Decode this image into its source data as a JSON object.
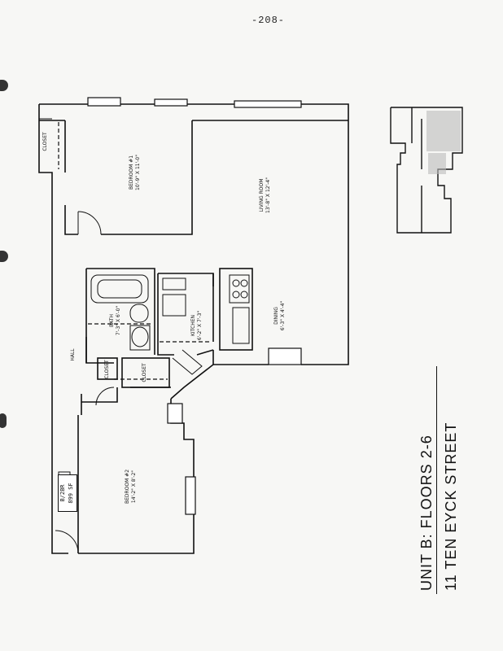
{
  "page": {
    "number": "-208-"
  },
  "title": {
    "line1": "UNIT B:  FLOORS 2-6",
    "line2": "11 TEN EYCK STREET"
  },
  "rooms": {
    "bedroom1": {
      "name": "BEDROOM #1",
      "dims": "10'-9\" X 11'-0\""
    },
    "living": {
      "name": "LIVING ROOM",
      "dims": "13'-8\" X 12'-4\""
    },
    "dining": {
      "name": "DINING",
      "dims": "6'-3\" X 4'-4\""
    },
    "kitchen": {
      "name": "KITCHEN",
      "dims": "6'-2\" X 7'-3\""
    },
    "bath": {
      "name": "BATH",
      "dims": "7'-3\" X 6'-0\""
    },
    "bedroom2": {
      "name": "BEDROOM #2",
      "dims": "14'-2\" X 8'-2\""
    },
    "hall": {
      "name": "HALL"
    },
    "closet_top": {
      "name": "CLOSET"
    },
    "closet_small": {
      "name": "CLOSET"
    },
    "closet_mid": {
      "name": "CLOSET"
    }
  },
  "unit_tag": {
    "type": "B/2BR",
    "area": "899 SF"
  }
}
